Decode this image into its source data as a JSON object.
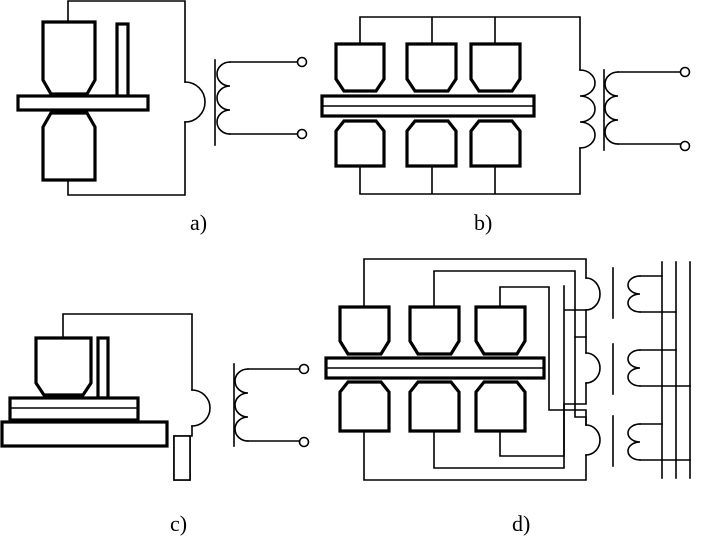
{
  "colors": {
    "stroke": "#000000",
    "background": "#ffffff"
  },
  "figures": [
    {
      "id": "a",
      "caption": "a)"
    },
    {
      "id": "b",
      "caption": "b)"
    },
    {
      "id": "c",
      "caption": "c)"
    },
    {
      "id": "d",
      "caption": "d)"
    }
  ]
}
